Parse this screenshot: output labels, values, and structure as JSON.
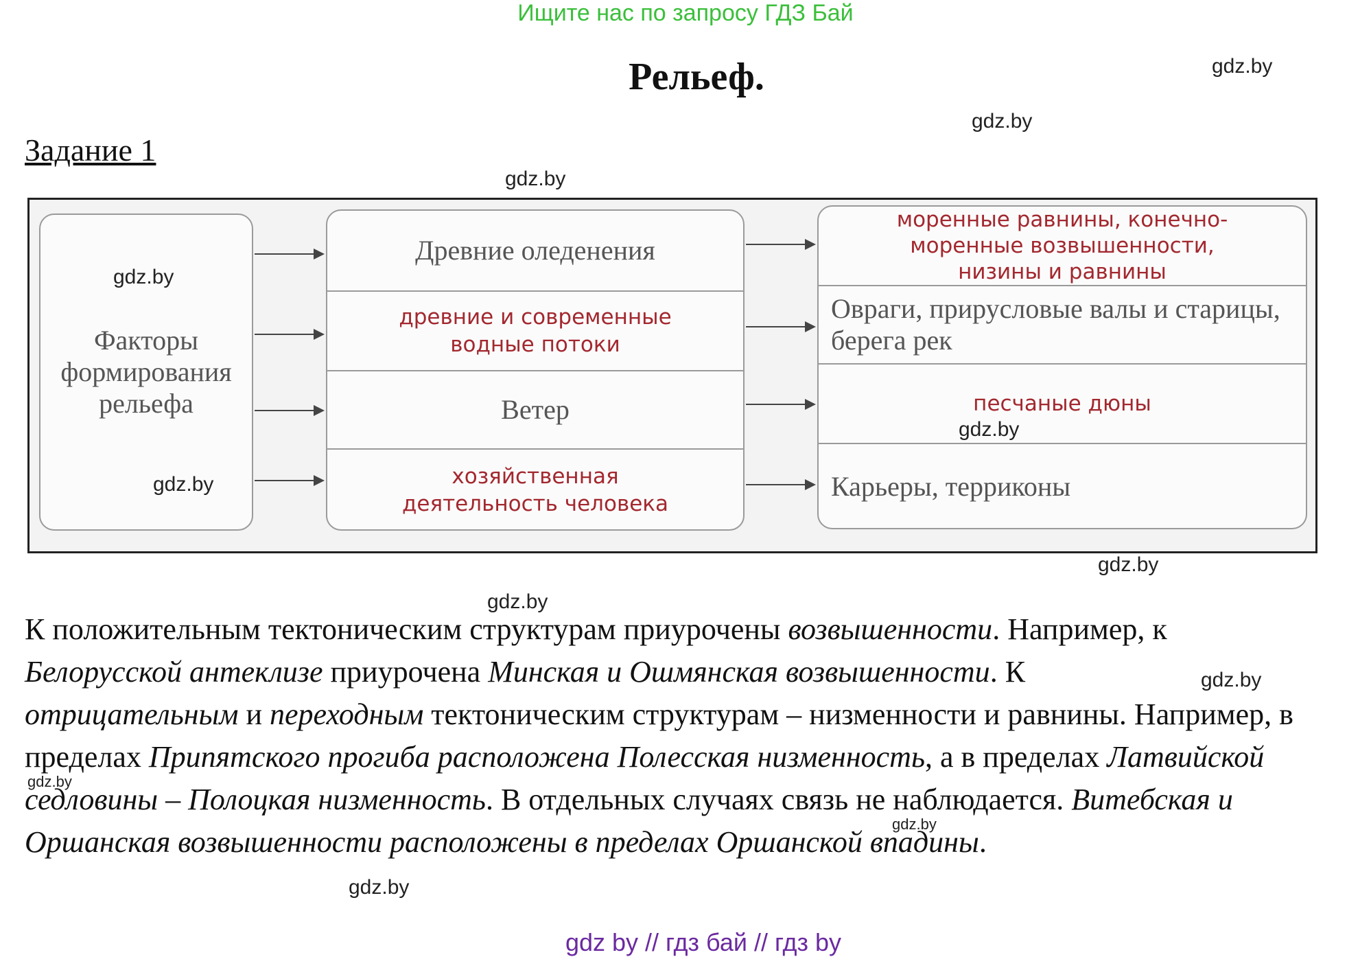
{
  "banner": "Ищите нас по запросу ГДЗ Бай",
  "title": "Рельеф.",
  "task": "Задание 1",
  "diagram": {
    "factors_label": "Факторы формирования рельефа",
    "causes": [
      {
        "text": "Древние оледенения",
        "style": "printed"
      },
      {
        "text": "древние и современные водные потоки",
        "style": "handwritten"
      },
      {
        "text": "Ветер",
        "style": "printed"
      },
      {
        "text": "хозяйственная деятельность человека",
        "style": "handwritten"
      }
    ],
    "results": [
      {
        "text": "моренные равнины, конечно-моренные возвышенности, низины и равнины",
        "style": "handwritten"
      },
      {
        "text": "Овраги, прирусловые валы и старицы, берега рек",
        "style": "printed"
      },
      {
        "text": "песчаные дюны",
        "style": "handwritten"
      },
      {
        "text": "Карьеры, терриконы",
        "style": "printed"
      }
    ]
  },
  "paragraph": {
    "s1a": "К положительным тектоническим структурам приурочены ",
    "s1b": "возвышенности",
    "s1c": ". Например, к ",
    "s2a": "Белорусской антеклизе",
    "s2b": " приурочена ",
    "s2c": "Минская и Ошмянская возвышенности",
    "s2d": ". К ",
    "s3a": "отрицательным",
    "s3b": " и ",
    "s3c": "переходным",
    "s3d": " тектоническим структурам – низменности и равнины. Например, в пределах ",
    "s4a": "Припятского прогиба расположена Полесская низменность",
    "s4b": ", а в пределах ",
    "s5a": "Латвийской седловины – Полоцкая низменность",
    "s5b": ". В отдельных случаях связь не наблюдается. ",
    "s6a": "Витебская и Оршанская возвышенности расположены в пределах Оршанской впадины",
    "s6b": "."
  },
  "watermark": "gdz.by",
  "footer": "gdz by  //  гдз бай  //  гдз by",
  "colors": {
    "banner": "#3bbf3b",
    "handwritten": "#a3282f",
    "footer": "#6b2aa0"
  }
}
